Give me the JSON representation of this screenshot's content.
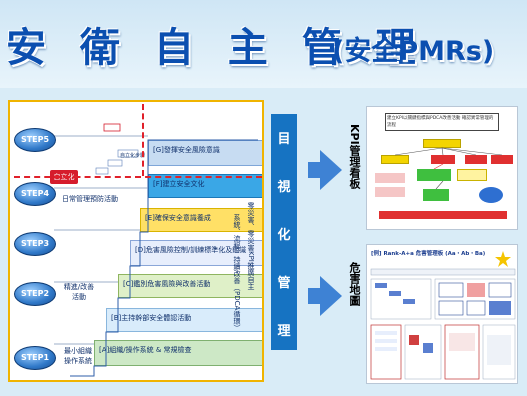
{
  "title": {
    "main": "安 衛 自 主 管 理",
    "sub": "(安全PMRs)"
  },
  "steps": [
    {
      "label": "STEP5"
    },
    {
      "label": "STEP4"
    },
    {
      "label": "STEP3"
    },
    {
      "label": "STEP2"
    },
    {
      "label": "STEP1"
    }
  ],
  "stairs": [
    {
      "text": "[A]組織/操作系統 & 常規檢查"
    },
    {
      "text": "[B]主持幹部安全體認活動"
    },
    {
      "text": "[C]鑑別危害風險與改善活動"
    },
    {
      "text": "[D]危害風險控制/訓練標準化及鑑識"
    },
    {
      "text": "[E]確保安全意識養成"
    },
    {
      "text": "[F]建立安全文化"
    },
    {
      "text": "[G]發揮安全風險意識"
    }
  ],
  "step_side_labels": [
    {
      "text": "最小組織 操作系統"
    },
    {
      "text": "精進/改善 活動"
    },
    {
      "text": "日常管理預防活動"
    },
    {
      "text": "自立化步驟"
    }
  ],
  "self_reliance": {
    "label": "自立化"
  },
  "vertical_notes": [
    {
      "text": "系統、流程、持續改善（PDCA循環）"
    },
    {
      "text": "零災害、零災害KPI推廣自主"
    }
  ],
  "middle_label": [
    "目",
    "視",
    "化",
    "管",
    "理"
  ],
  "outputs": [
    {
      "label": "KPI管理看板",
      "thumb_title": "建立KPI以關鍵指標與PDCA改善活動 確認異常管理的流程"
    },
    {
      "label": "危害地圖",
      "thumb_title": "[例] Rank-A+a 危害管理板 (Aa・Ab・Ba)"
    }
  ],
  "colors": {
    "accent": "#1673c2",
    "title": "#0b4fb0",
    "frame": "#f0b400",
    "red": "#e0202a"
  }
}
